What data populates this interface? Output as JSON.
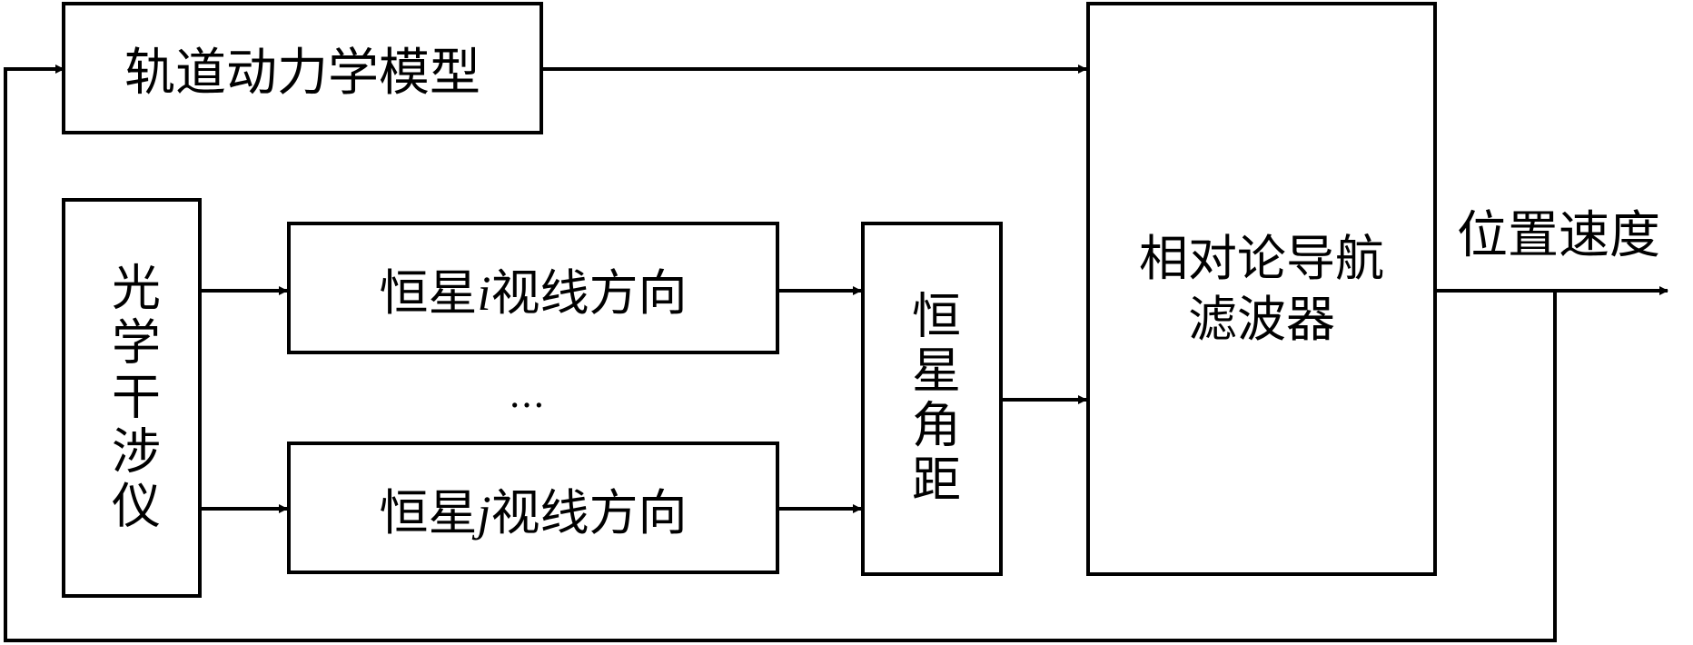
{
  "diagram": {
    "orbit_model": "轨道动力学模型",
    "interferometer": "光学干涉仪",
    "star_i": {
      "prefix": "恒星",
      "index": "i",
      "suffix": "视线方向"
    },
    "ellipsis": "…",
    "star_j": {
      "prefix": "恒星",
      "index": "j",
      "suffix": "视线方向"
    },
    "star_angle": "恒星角距",
    "filter": {
      "line1": "相对论导航",
      "line2": "滤波器"
    },
    "output": "位置速度"
  }
}
